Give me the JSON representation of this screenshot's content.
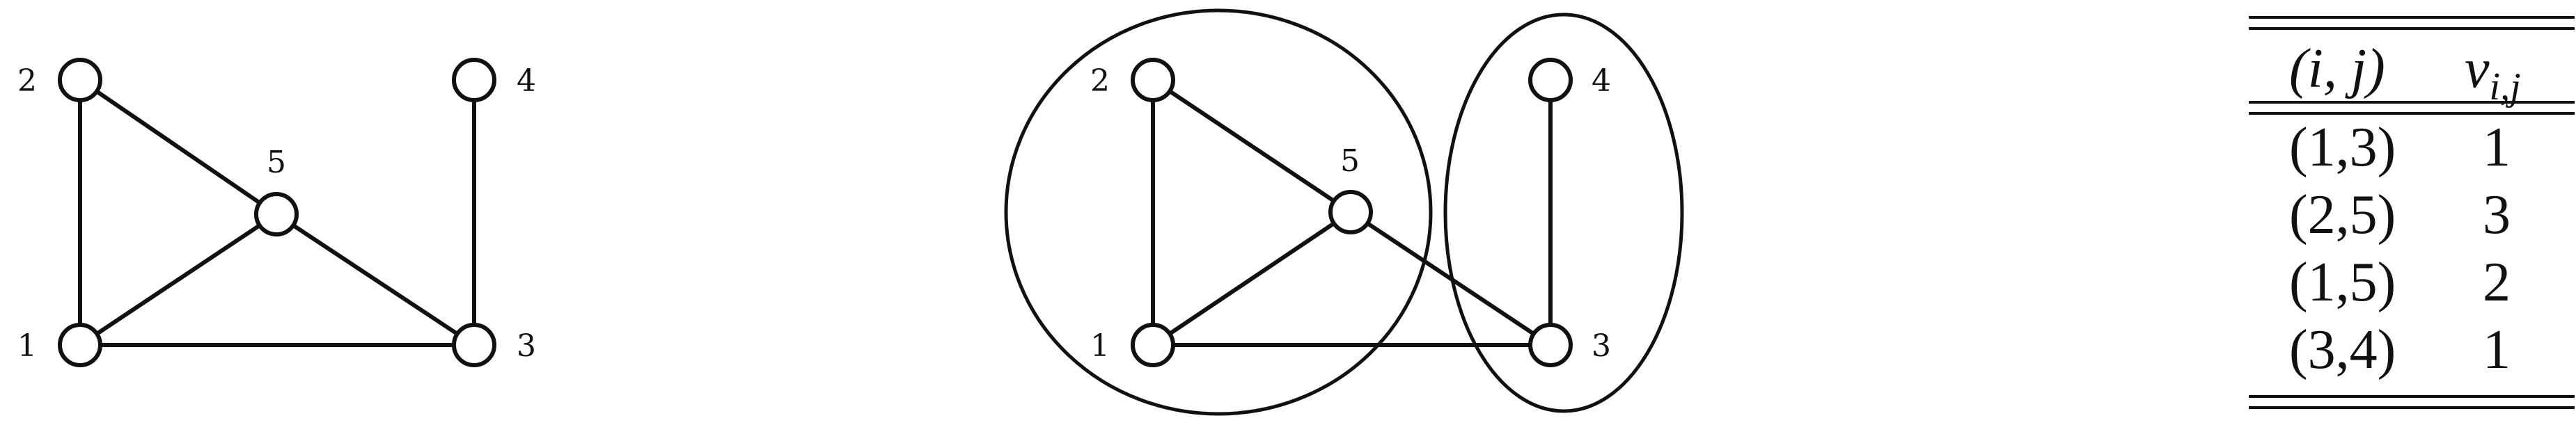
{
  "graph": {
    "nodes": [
      {
        "id": 1,
        "label": "1"
      },
      {
        "id": 2,
        "label": "2"
      },
      {
        "id": 3,
        "label": "3"
      },
      {
        "id": 4,
        "label": "4"
      },
      {
        "id": 5,
        "label": "5"
      }
    ],
    "edges": [
      [
        1,
        2
      ],
      [
        2,
        5
      ],
      [
        1,
        5
      ],
      [
        5,
        3
      ],
      [
        1,
        3
      ],
      [
        3,
        4
      ]
    ]
  },
  "clustered_graph": {
    "nodes": [
      {
        "id": 1,
        "label": "1"
      },
      {
        "id": 2,
        "label": "2"
      },
      {
        "id": 3,
        "label": "3"
      },
      {
        "id": 4,
        "label": "4"
      },
      {
        "id": 5,
        "label": "5"
      }
    ],
    "edges": [
      [
        1,
        2
      ],
      [
        2,
        5
      ],
      [
        1,
        5
      ],
      [
        5,
        3
      ],
      [
        1,
        3
      ],
      [
        3,
        4
      ]
    ],
    "clusters": [
      [
        1,
        2,
        5
      ],
      [
        3,
        4
      ]
    ]
  },
  "table": {
    "header": {
      "pair": "(i, j)",
      "value": "v"
    },
    "value_subscript": "i,j",
    "rows": [
      {
        "pair": "(1,3)",
        "value": "1"
      },
      {
        "pair": "(2,5)",
        "value": "3"
      },
      {
        "pair": "(1,5)",
        "value": "2"
      },
      {
        "pair": "(3,4)",
        "value": "1"
      }
    ]
  }
}
